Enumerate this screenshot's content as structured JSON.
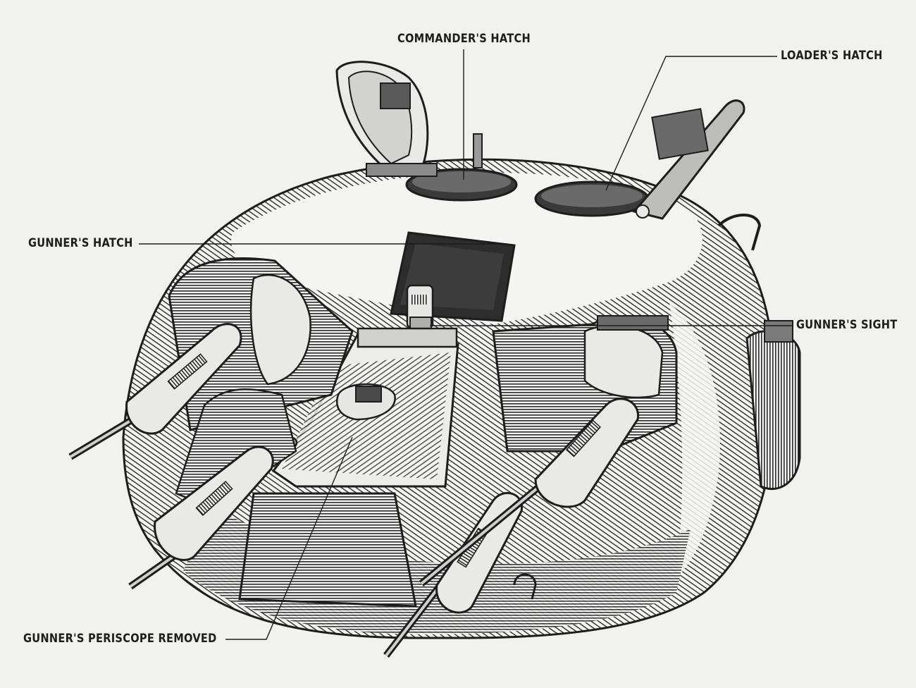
{
  "labels": {
    "commanders_hatch": "COMMANDER'S HATCH",
    "loaders_hatch": "LOADER'S HATCH",
    "gunners_hatch": "GUNNER'S HATCH",
    "gunners_sight": "GUNNER'S SIGHT",
    "gunners_periscope_removed": "GUNNER'S PERISCOPE REMOVED"
  },
  "colors": {
    "background": "#f1f1ef",
    "ink": "#1d1d1d",
    "shade": "#5a5a5a"
  }
}
